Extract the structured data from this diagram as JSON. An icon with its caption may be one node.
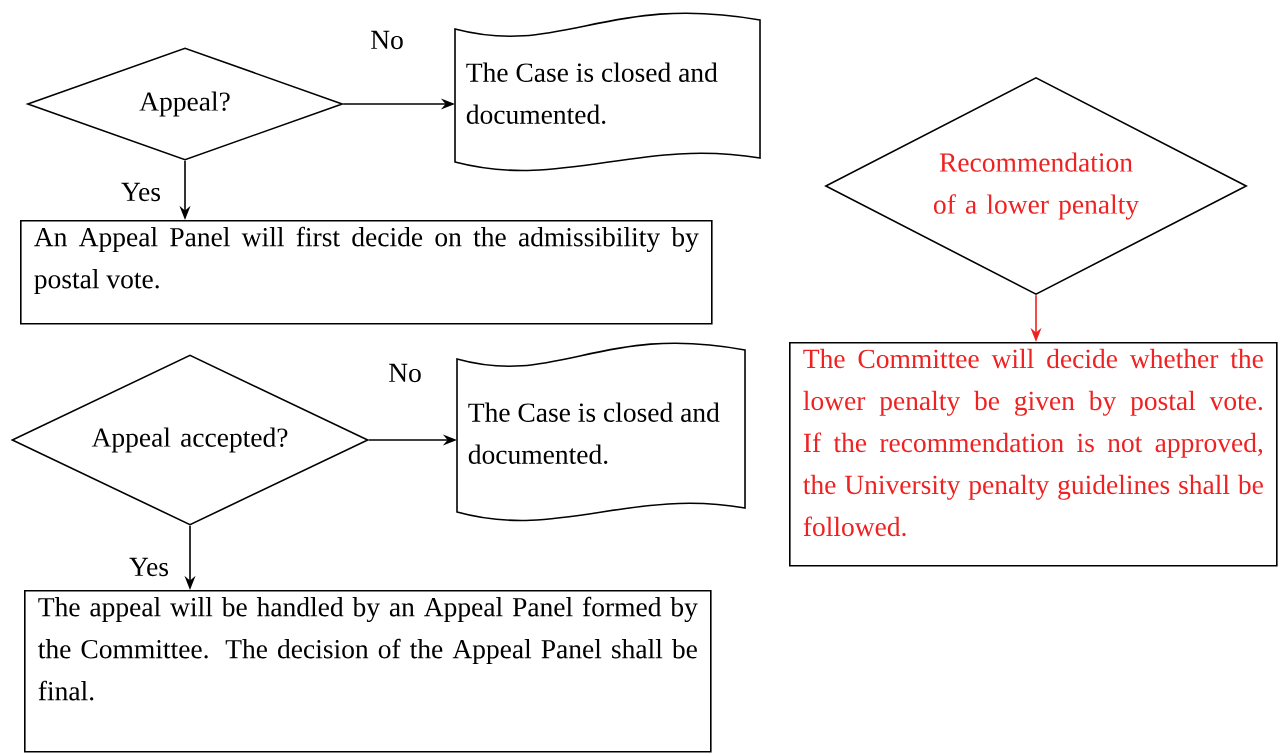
{
  "diagram": {
    "nodes": [
      {
        "text": [
          "Appeal?"
        ]
      },
      {
        "text": [
          "The Case is closed and documented."
        ]
      },
      {
        "text": [
          "An Appeal Panel will first decide on the admissibility by postal vote."
        ]
      },
      {
        "text": [
          "Appeal accepted?"
        ]
      },
      {
        "text": [
          "The Case is closed and documented."
        ]
      },
      {
        "text": [
          "The appeal will be handled by an Appeal Panel formed by the Committee. The decision of the Appeal Panel shall be final."
        ]
      },
      {
        "text": [
          "Recommendation of a lower penalty"
        ]
      },
      {
        "text": [
          "The Committee will decide whether the lower penalty be given by postal vote. If the recommendation is not approved, the University penalty guidelines shall be followed."
        ]
      }
    ],
    "edges": [
      {
        "from": 0,
        "to": 1,
        "arrow": "to",
        "label": "No"
      },
      {
        "from": 0,
        "to": 2,
        "arrow": "to",
        "label": "Yes"
      },
      {
        "from": 3,
        "to": 4,
        "arrow": "to",
        "label": "No"
      },
      {
        "from": 3,
        "to": 5,
        "arrow": "to",
        "label": "Yes"
      },
      {
        "from": 6,
        "to": 7,
        "arrow": "to",
        "color": "#ee2222"
      }
    ]
  }
}
